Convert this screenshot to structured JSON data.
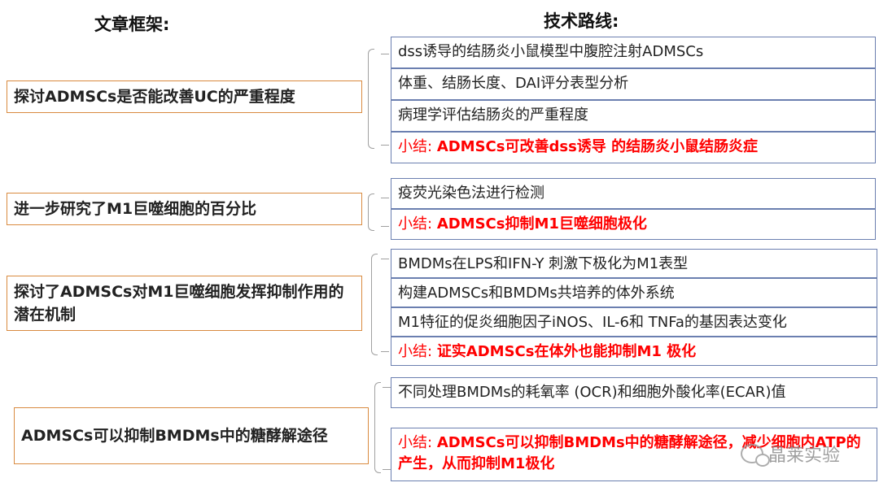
{
  "headers": {
    "left": "文章框架:",
    "right": "技术路线:"
  },
  "groups": [
    {
      "topic": "探讨ADMSCs是否能改善UC的严重程度",
      "steps": [
        "dss诱导的结肠炎小鼠模型中腹腔注射ADMSCs",
        "体重、结肠长度、DAI评分表型分析",
        "病理学评估结肠炎的严重程度"
      ],
      "summary_prefix": "小结:",
      "summary_text": "ADMSCs可改善dss诱导 的结肠炎小鼠结肠炎症"
    },
    {
      "topic": "进一步研究了M1巨噬细胞的百分比",
      "steps": [
        "疫荧光染色法进行检测"
      ],
      "summary_prefix": "小结:",
      "summary_text": "ADMSCs抑制M1巨噬细胞极化"
    },
    {
      "topic": "探讨了ADMSCs对M1巨噬细胞发挥抑制作用的潜在机制",
      "steps": [
        "BMDMs在LPS和IFN-Y 刺激下极化为M1表型",
        "构建ADMSCs和BMDMs共培养的体外系统",
        "M1特征的促炎细胞因子iNOS、IL-6和 TNFa的基因表达变化"
      ],
      "summary_prefix": "小结:",
      "summary_text": "证实ADMSCs在体外也能抑制M1 极化"
    },
    {
      "topic": "ADMSCs可以抑制BMDMs中的糖酵解途径",
      "steps": [
        "不同处理BMDMs的耗氧率 (OCR)和细胞外酸化率(ECAR)值"
      ],
      "summary_prefix": "小结:",
      "summary_text": "ADMSCs可以抑制BMDMs中的糖酵解途径，减少细胞内ATP的 产生，从而抑制M1极化"
    }
  ],
  "watermark": "晶莱实验",
  "colors": {
    "topic_border": "#d98a3f",
    "step_border": "#6b7fb0",
    "summary_text": "#ff0000",
    "brace": "#a0a0a0"
  }
}
